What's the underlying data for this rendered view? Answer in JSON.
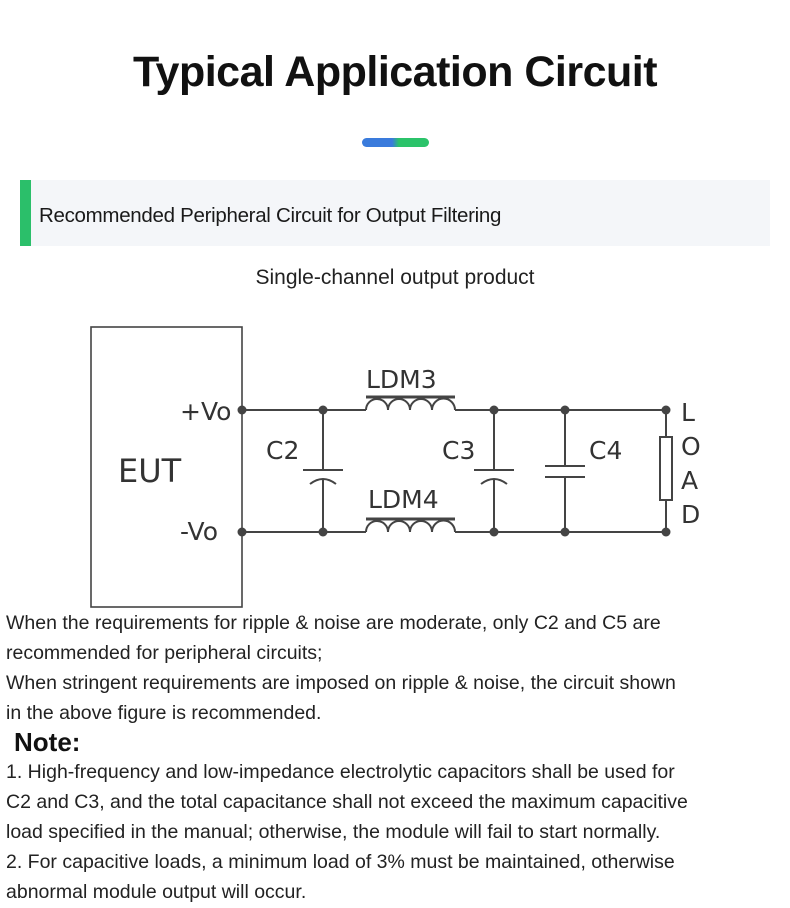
{
  "page": {
    "title": "Typical Application Circuit",
    "section_title": "Recommended Peripheral Circuit for Output Filtering",
    "diagram_subtitle": "Single-channel output product"
  },
  "circuit": {
    "eut_label": "EUT",
    "positive_output": "+Vo",
    "negative_output": "-Vo",
    "inductor_top": "LDM3",
    "inductor_bottom": "LDM4",
    "cap_c2": "C2",
    "cap_c3": "C3",
    "cap_c4": "C4",
    "load_letters": [
      "L",
      "O",
      "A",
      "D"
    ]
  },
  "description": {
    "line1": "When the requirements for ripple & noise are moderate, only C2 and C5 are",
    "line2": "recommended for peripheral circuits;",
    "line3": "When stringent requirements are imposed on ripple & noise, the circuit shown",
    "line4": "in the above figure is recommended."
  },
  "note": {
    "heading": "Note:",
    "line1": "1. High-frequency and low-impedance electrolytic capacitors shall be used for",
    "line2": "C2 and C3, and the total capacitance shall not exceed the maximum capacitive",
    "line3": "load specified in the manual; otherwise, the module will fail to start normally.",
    "line4": "2. For capacitive loads, a minimum load of 3% must be maintained, otherwise",
    "line5": "abnormal module output will occur."
  },
  "colors": {
    "accent_green": "#2bbf6a",
    "accent_blue": "#3a7bdc",
    "banner_bg": "#f4f6f9",
    "wire": "#444444"
  }
}
